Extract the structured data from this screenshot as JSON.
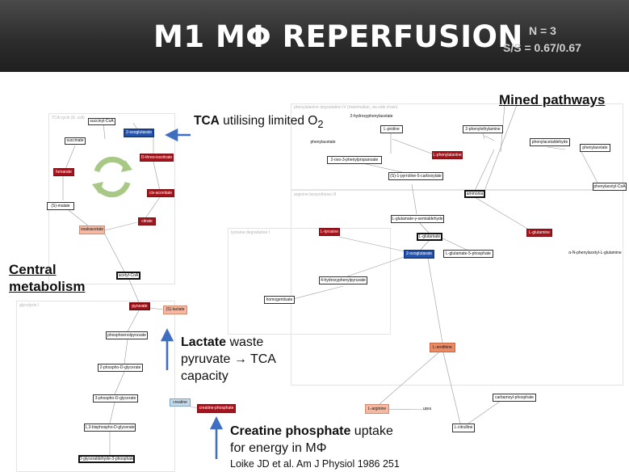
{
  "header": {
    "title": "M1 MΦ REPERFUSION",
    "n": "N = 3",
    "ss": "S/S = 0.67/0.67"
  },
  "annotations": {
    "tca_bold": "TCA",
    "tca_rest": " utilising limited O",
    "tca_sub": "2",
    "mined": "Mined pathways",
    "central_line1": "Central",
    "central_line2": "metabolism",
    "lactate_bold": "Lactate",
    "lactate_rest": " waste",
    "lactate_line2": "pyruvate → TCA",
    "lactate_line3": "capacity",
    "creatine_bold": "Creatine phosphate",
    "creatine_rest": " uptake",
    "creatine_line2": "for energy in MΦ",
    "citation": "Loike JD et al. Am J Physiol 1986 251"
  },
  "regions": {
    "tca": "TCA cycle (E. coli)",
    "phenylalanine": "phenylalanine degradation IV (mammalian, via side chain)",
    "arginine": "arginine biosynthesis III",
    "tyrosine": "tyrosine degradation I",
    "glycolysis": "glycolysis I"
  },
  "nodes": {
    "succinyl_coa": "succinyl-CoA",
    "oxoglutarate_tca": "2-oxoglutarate",
    "succinate": "succinate",
    "threo_isocitrate": "D-threo-isocitrate",
    "fumarate": "fumarate",
    "cis_aconitate": "cis-aconitate",
    "malate": "(S)-malate",
    "citrate": "citrate",
    "oxaloacetate": "oxaloacetate",
    "acetyl_coa": "acetyl-CoA",
    "pyruvate": "pyruvate",
    "lactate": "(S)-lactate",
    "pep": "phosphoenolpyruvate",
    "phospho_glycerate_2": "2-phospho-D-glycerate",
    "phospho_glycerate_3": "3-phospho-D-glycerate",
    "bisphospho": "1,3-bisphospho-D-glycerate",
    "g3p": "D-glyceraldehyde-3-phosphate",
    "creatine": "creatine",
    "creatine_phosphate": "creatine-phosphate",
    "hydroxyphenylacetate": "2-hydroxyphenylacetate",
    "proline": "L-proline",
    "phenylethylamine": "2-phenylethylamine",
    "phenylpyruvate_lbl": "phenylacetate",
    "phenylalanine": "L-phenylalanine",
    "oxo_phenylpropanoate": "2-oxo-3-phenylpropanoate",
    "phenylacetaldehyde": "phenylacetaldehyde",
    "phenylacetate": "phenylacetate",
    "pyrroline": "(S)-1-pyrroline-5-carboxylate",
    "ammonia": "ammonia",
    "phenylacetyl_coa": "phenylacetyl-CoA",
    "glutamate_semialdehyde": "L-glutamate-γ-semialdehyde",
    "tyrosine": "L-tyrosine",
    "glutamate": "L-glutamate",
    "glutamine": "L-glutamine",
    "oxoglutarate_mined": "2-oxoglutarate",
    "glutamate5p": "L-glutamate-5-phosphate",
    "phenylacetyl_glutamine": "α-N-phenylacetyl-L-glutamine",
    "hydroxyphenylpyruvate": "4-hydroxyphenylpyruvate",
    "homogentisate": "homogentisate",
    "ornithine": "L-ornithine",
    "carbamoyl": "carbamoyl-phosphate",
    "arginine": "L-arginine",
    "urea": "urea",
    "citrulline": "L-citrulline"
  },
  "colors": {
    "red": "#a3151d",
    "salmon": "#f6b8a0",
    "orange": "#ee8a63",
    "blue": "#2456b8",
    "arrow": "#3f6fc0",
    "cycle_arrow": "#a7c985"
  }
}
